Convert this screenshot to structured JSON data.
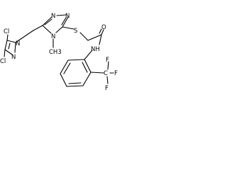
{
  "structure": {
    "atoms": {
      "cl_top": "Cl",
      "cl_bottom": "Cl",
      "n_imidazole_left": "N",
      "n_imidazole_right": "N",
      "n_triazole_1": "N",
      "n_triazole_2": "N",
      "n_triazole_4": "N",
      "methyl_on_n4": "CH3",
      "sulfur": "S",
      "carbonyl_oxygen": "O",
      "amide_nh": "NH",
      "cf3_carbon": "C",
      "fluorine_1": "F",
      "fluorine_2": "F",
      "fluorine_3": "F"
    }
  }
}
